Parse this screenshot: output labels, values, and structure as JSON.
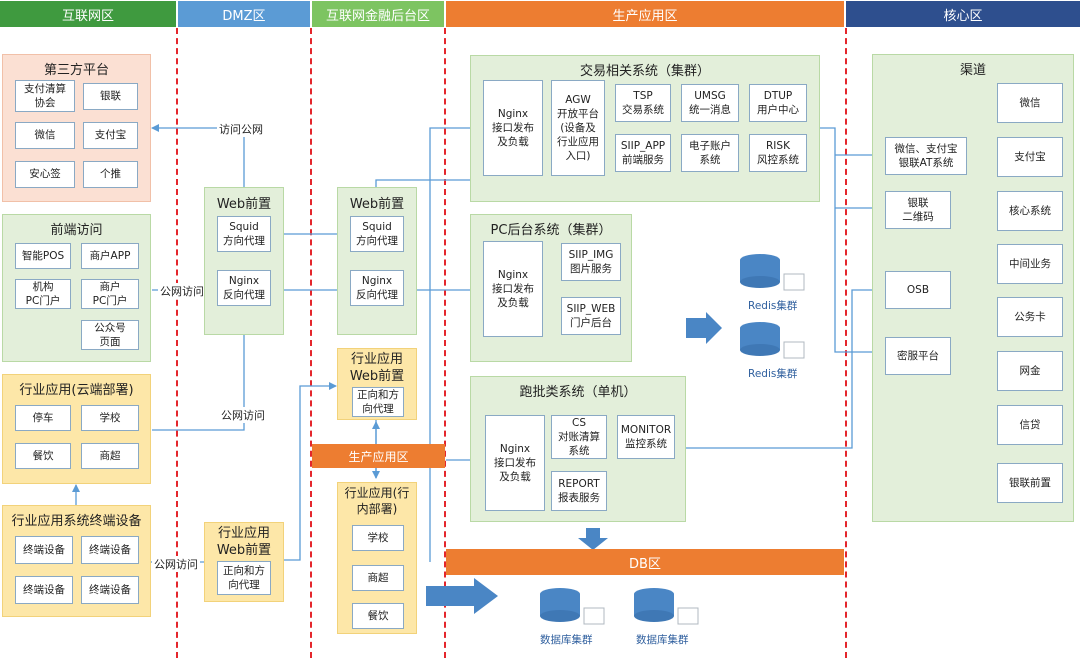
{
  "zones": {
    "internet": "互联网区",
    "dmz": "DMZ区",
    "fin_backend": "互联网金融后台区",
    "prod": "生产应用区",
    "core": "核心区"
  },
  "colors": {
    "internet_bar": "#3f9a3f",
    "dmz_bar": "#5b9bd5",
    "fin_bar": "#7dc461",
    "prod_bar": "#ed7d31",
    "core_bar": "#2e4f8e",
    "line": "#5b9bd5",
    "dash": "#e4262c"
  },
  "third_party": {
    "title": "第三方平台",
    "items": [
      "支付清算\n协会",
      "银联",
      "微信",
      "支付宝",
      "安心签",
      "个推"
    ]
  },
  "front_access": {
    "title": "前端访问",
    "items": [
      "智能POS",
      "商户APP",
      "机构\nPC门户",
      "商户\nPC门户",
      "公众号\n页面"
    ]
  },
  "industry_cloud": {
    "title": "行业应用(云端部署)",
    "items": [
      "停车",
      "学校",
      "餐饮",
      "商超"
    ]
  },
  "terminals": {
    "title": "行业应用系统终端设备",
    "items": [
      "终端设备",
      "终端设备",
      "终端设备",
      "终端设备"
    ]
  },
  "labels": {
    "visit_public": "访问公网",
    "public_access_1": "公网访问",
    "public_access_2": "公网访问",
    "public_access_3": "公网访问"
  },
  "dmz_web": {
    "title": "Web前置",
    "squid": "Squid\n方向代理",
    "nginx": "Nginx\n反向代理"
  },
  "dmz_industry": {
    "title": "行业应用\nWeb前置",
    "proxy": "正向和方\n向代理"
  },
  "fin_web": {
    "title": "Web前置",
    "squid": "Squid\n方向代理",
    "nginx": "Nginx\n反向代理"
  },
  "fin_industry_web": {
    "title": "行业应用\nWeb前置",
    "proxy": "正向和方\n向代理"
  },
  "prod_banner": "生产应用区",
  "fin_industry_in": {
    "title": "行业应用(行\n内部署)",
    "items": [
      "学校",
      "商超",
      "餐饮"
    ]
  },
  "trade": {
    "title": "交易相关系统（集群）",
    "nginx": "Nginx\n接口发布\n及负载",
    "agw": "AGW\n开放平台\n(设备及\n行业应用\n入口)",
    "tsp": "TSP\n交易系统",
    "umsg": "UMSG\n统一消息",
    "dtup": "DTUP\n用户中心",
    "siip_app": "SIIP_APP\n前端服务",
    "eacct": "电子账户\n系统",
    "risk": "RISK\n风控系统"
  },
  "pc": {
    "title": "PC后台系统（集群）",
    "nginx": "Nginx\n接口发布\n及负载",
    "img": "SIIP_IMG\n图片服务",
    "web": "SIIP_WEB\n门户后台"
  },
  "batch": {
    "title": "跑批类系统（单机）",
    "nginx": "Nginx\n接口发布\n及负载",
    "cs": "CS\n对账清算\n系统",
    "monitor": "MONITOR\n监控系统",
    "report": "REPORT\n报表服务"
  },
  "redis": [
    "Redis集群",
    "Redis集群"
  ],
  "db": {
    "title": "DB区",
    "clusters": [
      "数据库集群",
      "数据库集群"
    ]
  },
  "core": {
    "title": "渠道",
    "wx_zfb": "微信、支付宝\n银联AT系统",
    "unionpay_qr": "银联\n二维码",
    "osb": "OSB",
    "crypto": "密服平台",
    "right": [
      "微信",
      "支付宝",
      "核心系统",
      "中间业务",
      "公务卡",
      "网金",
      "信贷",
      "银联前置"
    ]
  }
}
